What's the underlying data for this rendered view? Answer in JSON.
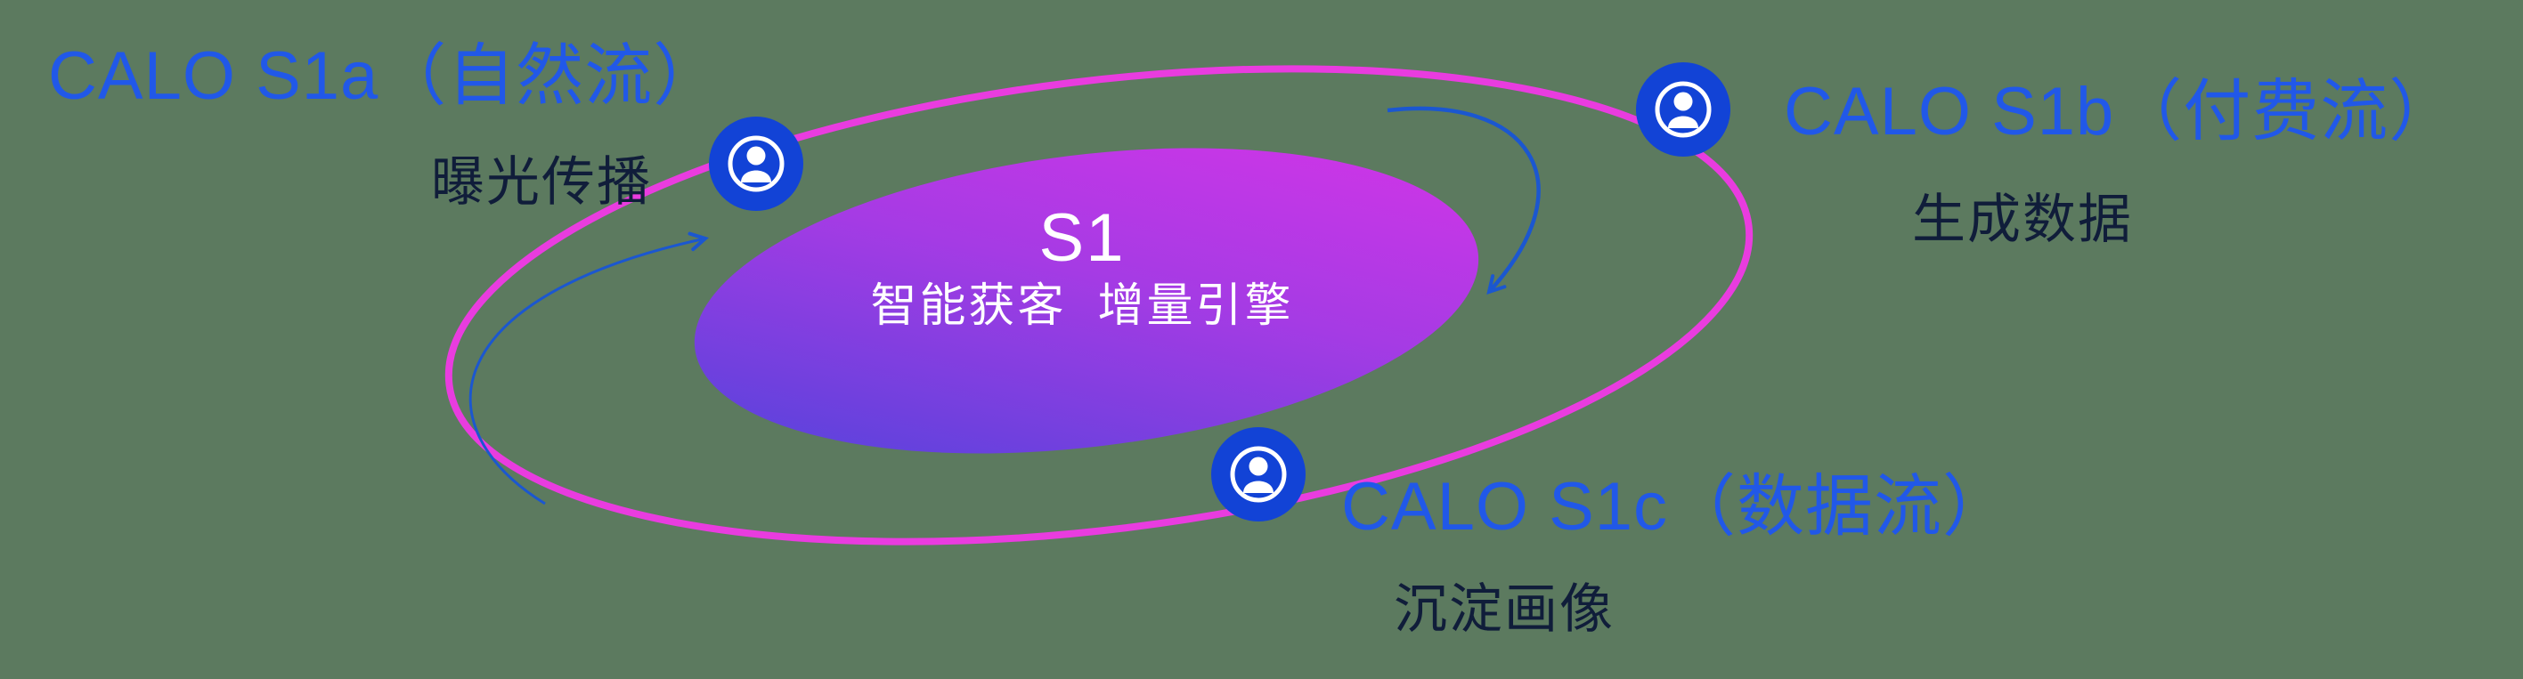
{
  "stage": {
    "background": "#5c7a5f"
  },
  "core": {
    "title": "S1",
    "subtitle": "智能获客  增量引擎"
  },
  "orbit": {
    "ring_color": "#e93cdf",
    "gradient_start": "#4b44da",
    "gradient_mid": "#a53be4",
    "gradient_end": "#d934e8"
  },
  "nodes": [
    {
      "id": "s1a",
      "title": "CALO S1a（自然流）",
      "subtitle": "曝光传播",
      "icon": "person-icon"
    },
    {
      "id": "s1b",
      "title": "CALO S1b（付费流）",
      "subtitle": "生成数据",
      "icon": "person-icon"
    },
    {
      "id": "s1c",
      "title": "CALO S1c（数据流）",
      "subtitle": "沉淀画像",
      "icon": "person-icon"
    }
  ],
  "colors": {
    "title_blue": "#2158e8",
    "subtitle_dark": "#101d3a",
    "node_fill": "#1243d6",
    "arrow_blue": "#1b57d0",
    "core_text": "#ffffff"
  }
}
